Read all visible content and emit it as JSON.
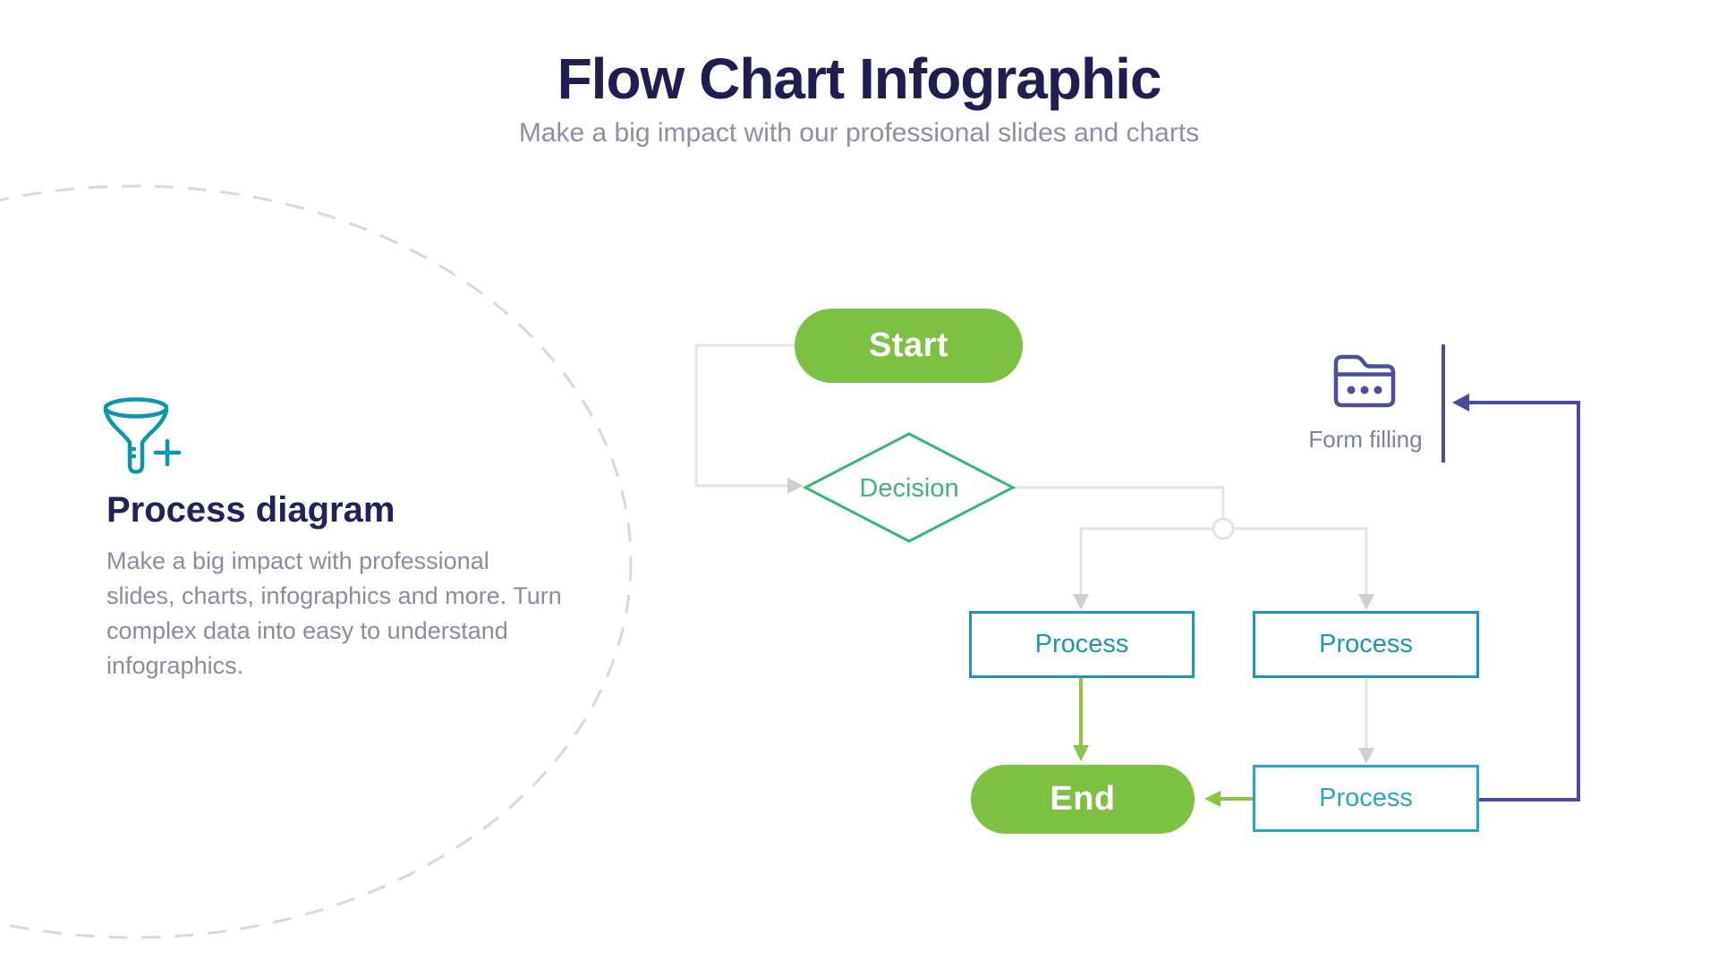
{
  "slide": {
    "title": "Flow Chart Infographic",
    "subtitle": "Make a big impact with our professional slides and charts"
  },
  "feature": {
    "icon": "funnel-plus-icon",
    "heading": "Process diagram",
    "body_lines": [
      "Make a big impact with professional",
      "slides, charts, infographics and more. Turn",
      "complex data into easy to understand",
      "infographics."
    ]
  },
  "flowchart": {
    "start": "Start",
    "decision": "Decision",
    "process_left": "Process",
    "process_right": "Process",
    "process_bottom": "Process",
    "end": "End",
    "annotation": "Form filling",
    "annotation_icon": "folder-icon"
  },
  "colors": {
    "title_navy": "#211d50",
    "heading_navy": "#232157",
    "body_gray": "#8b8aa3",
    "subtitle_gray": "#8e8ca6",
    "pill_green": "#7cc142",
    "arrow_green": "#8bc53f",
    "decision_emerald": "#3cb47d",
    "process_teal": "#1e97b5",
    "process_bottom_teal": "#2aa6c2",
    "funnel_teal": "#0d96a5",
    "navy_connector": "#474c9f",
    "gray_connector": "#e3e3e3",
    "gray_arrowhead": "#cfcfcf",
    "dashed_circle": "#d8d8d8"
  }
}
